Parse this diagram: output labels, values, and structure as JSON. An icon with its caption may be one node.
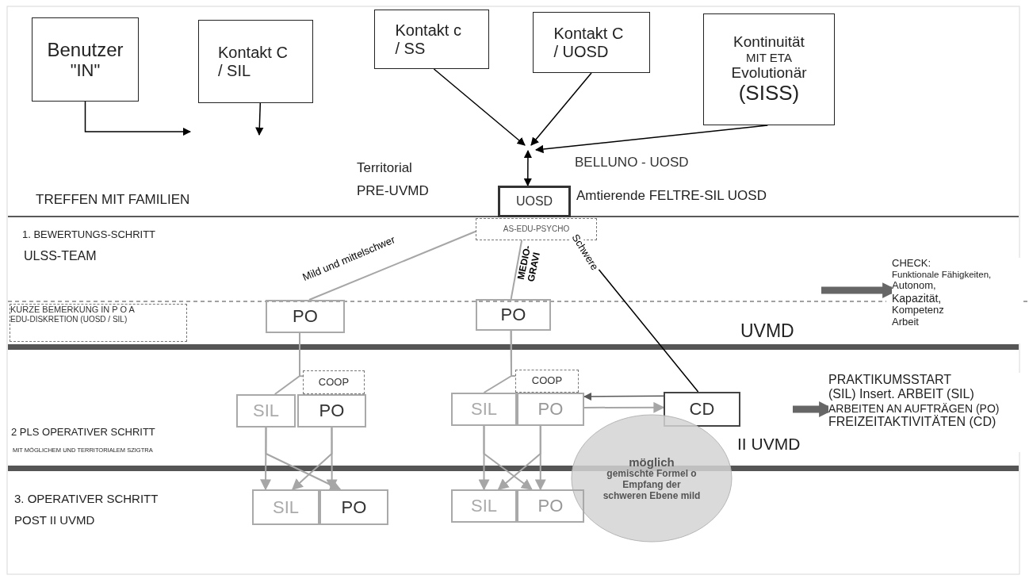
{
  "diagram": {
    "nodes": [
      {
        "text": [
          "Benutzer",
          "\"IN\""
        ]
      },
      {
        "text": [
          "Kontakt C / SIL"
        ]
      },
      {
        "text": [
          "Kontakt c / SS"
        ]
      },
      {
        "text": [
          "Kontakt C / UOSD"
        ]
      },
      {
        "text": [
          "Kontinuität",
          "MIT ETA",
          "Evolutionär",
          "(SISS)"
        ]
      },
      {
        "text": [
          "BELLUNO - UOSD"
        ]
      },
      {
        "text": [
          "UOSD"
        ]
      },
      {
        "text": [
          "AS-EDU-PSYCHO"
        ]
      },
      {
        "text": [
          "KURZE BEMERKUNG IN P O A",
          "EDU-DISKRETION (UOSD / SIL)"
        ]
      },
      {
        "text": [
          "PO"
        ]
      },
      {
        "text": [
          "PO"
        ]
      },
      {
        "text": [
          "COOP"
        ]
      },
      {
        "text": [
          "SIL"
        ]
      },
      {
        "text": [
          "PO"
        ]
      },
      {
        "text": [
          "COOP"
        ]
      },
      {
        "text": [
          "SIL"
        ]
      },
      {
        "text": [
          "PO"
        ]
      },
      {
        "text": [
          "CD"
        ]
      },
      {
        "text": [
          "möglich",
          "gemischte Formel o Empfang der schweren Ebene mild"
        ]
      },
      {
        "text": [
          "SIL"
        ]
      },
      {
        "text": [
          "PO"
        ]
      },
      {
        "text": [
          "SIL"
        ]
      },
      {
        "text": [
          "PO"
        ]
      },
      {
        "text": [
          "CHECK:",
          "Funktionale Fähigkeiten,",
          "Autonom,",
          "Kapazität,",
          "Kompetenz",
          "Arbeit"
        ]
      },
      {
        "text": [
          "PRAKTIKUMSSTART",
          "(SIL) Insert. ARBEIT (SIL)",
          "ARBEITEN AN AUFTRÄGEN (PO)",
          "FREIZEITAKTIVITÄTEN (CD)"
        ]
      }
    ],
    "edges": [
      {
        "from": 0,
        "to": null,
        "arrow": "to",
        "color": "#000000"
      },
      {
        "from": 1,
        "to": null,
        "arrow": "to",
        "color": "#000000"
      },
      {
        "from": 2,
        "to": null,
        "arrow": "to",
        "color": "#000000"
      },
      {
        "from": 3,
        "to": null,
        "arrow": "to",
        "color": "#000000"
      },
      {
        "from": 4,
        "to": null,
        "arrow": "to",
        "color": "#000000"
      },
      {
        "from": null,
        "to": 6,
        "arrow": "both",
        "color": "#000000"
      },
      {
        "from": 7,
        "to": 9,
        "arrow": "none",
        "label": "Mild und mittelschwer"
      },
      {
        "from": 7,
        "to": 10,
        "arrow": "none",
        "label": "MEDIO-GRAVI"
      },
      {
        "from": 7,
        "to": 17,
        "arrow": "none",
        "label": "Schwere",
        "color": "#000000"
      },
      {
        "from": 9,
        "to": 12,
        "arrow": "none"
      },
      {
        "from": 9,
        "to": 11,
        "arrow": "none"
      },
      {
        "from": 10,
        "to": 15,
        "arrow": "none"
      },
      {
        "from": 10,
        "to": 14,
        "arrow": "none"
      },
      {
        "from": 12,
        "to": 19,
        "arrow": "to"
      },
      {
        "from": 12,
        "to": 20,
        "arrow": "to"
      },
      {
        "from": 13,
        "to": 19,
        "arrow": "to"
      },
      {
        "from": 13,
        "to": 20,
        "arrow": "to"
      },
      {
        "from": 15,
        "to": 21,
        "arrow": "to"
      },
      {
        "from": 15,
        "to": 22,
        "arrow": "to"
      },
      {
        "from": 16,
        "to": 21,
        "arrow": "to"
      },
      {
        "from": 16,
        "to": 22,
        "arrow": "to"
      },
      {
        "from": 17,
        "to": 16,
        "arrow": "to",
        "color": "#595959"
      },
      {
        "from": 16,
        "to": 17,
        "arrow": "to"
      },
      {
        "from": null,
        "to": 23,
        "arrow": "to",
        "style": "thick",
        "color": "#666666"
      },
      {
        "from": null,
        "to": 24,
        "arrow": "to",
        "style": "thick",
        "color": "#666666"
      }
    ],
    "labels": [
      "TREFFEN MIT FAMILIEN",
      "Territorial",
      "PRE-UVMD",
      "Amtierende FELTRE-SIL UOSD",
      "1. BEWERTUNGS-SCHRITT",
      "ULSS-TEAM",
      "UVMD",
      "2 PLS OPERATIVER SCHRITT",
      "MIT MÖGLICHEM UND TERRITORIALEM SZIGTRA",
      "II UVMD",
      "3. OPERATIVER SCHRITT",
      "POST II UVMD"
    ]
  }
}
